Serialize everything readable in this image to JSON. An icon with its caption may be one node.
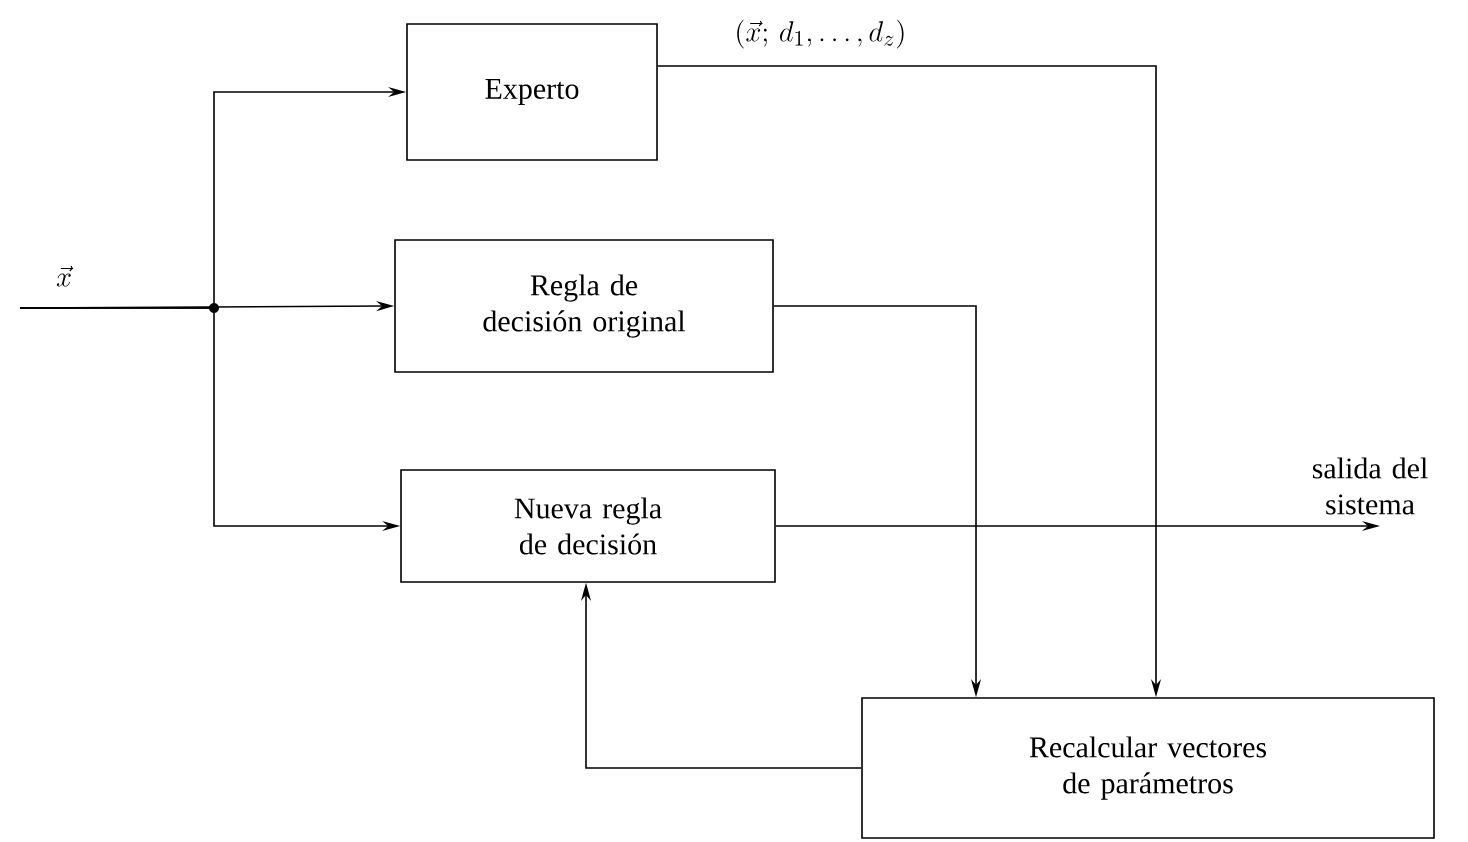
{
  "diagram": {
    "nodes": [
      {
        "text": [
          "Experto"
        ],
        "beside": [
          "(\\vec{x};\\, d_{1},\\ldots,d_{z})"
        ]
      },
      {
        "text": [
          "Regla de decisión original"
        ]
      },
      {
        "text": [
          "Nueva regla de decisión"
        ]
      },
      {
        "text": [
          "Recalcular vectores de parámetros"
        ]
      }
    ],
    "edges": [
      {
        "from": null,
        "to": 0,
        "arrow": "to"
      },
      {
        "from": null,
        "to": 1,
        "arrow": "to",
        "label": "\\vec{x}"
      },
      {
        "from": null,
        "to": 2,
        "arrow": "to"
      },
      {
        "from": 2,
        "to": null,
        "arrow": "to",
        "label": "salida del sistema"
      },
      {
        "from": 1,
        "to": 3,
        "arrow": "to"
      },
      {
        "from": 0,
        "to": 3,
        "arrow": "to"
      },
      {
        "from": 3,
        "to": 2,
        "arrow": "to"
      }
    ]
  }
}
